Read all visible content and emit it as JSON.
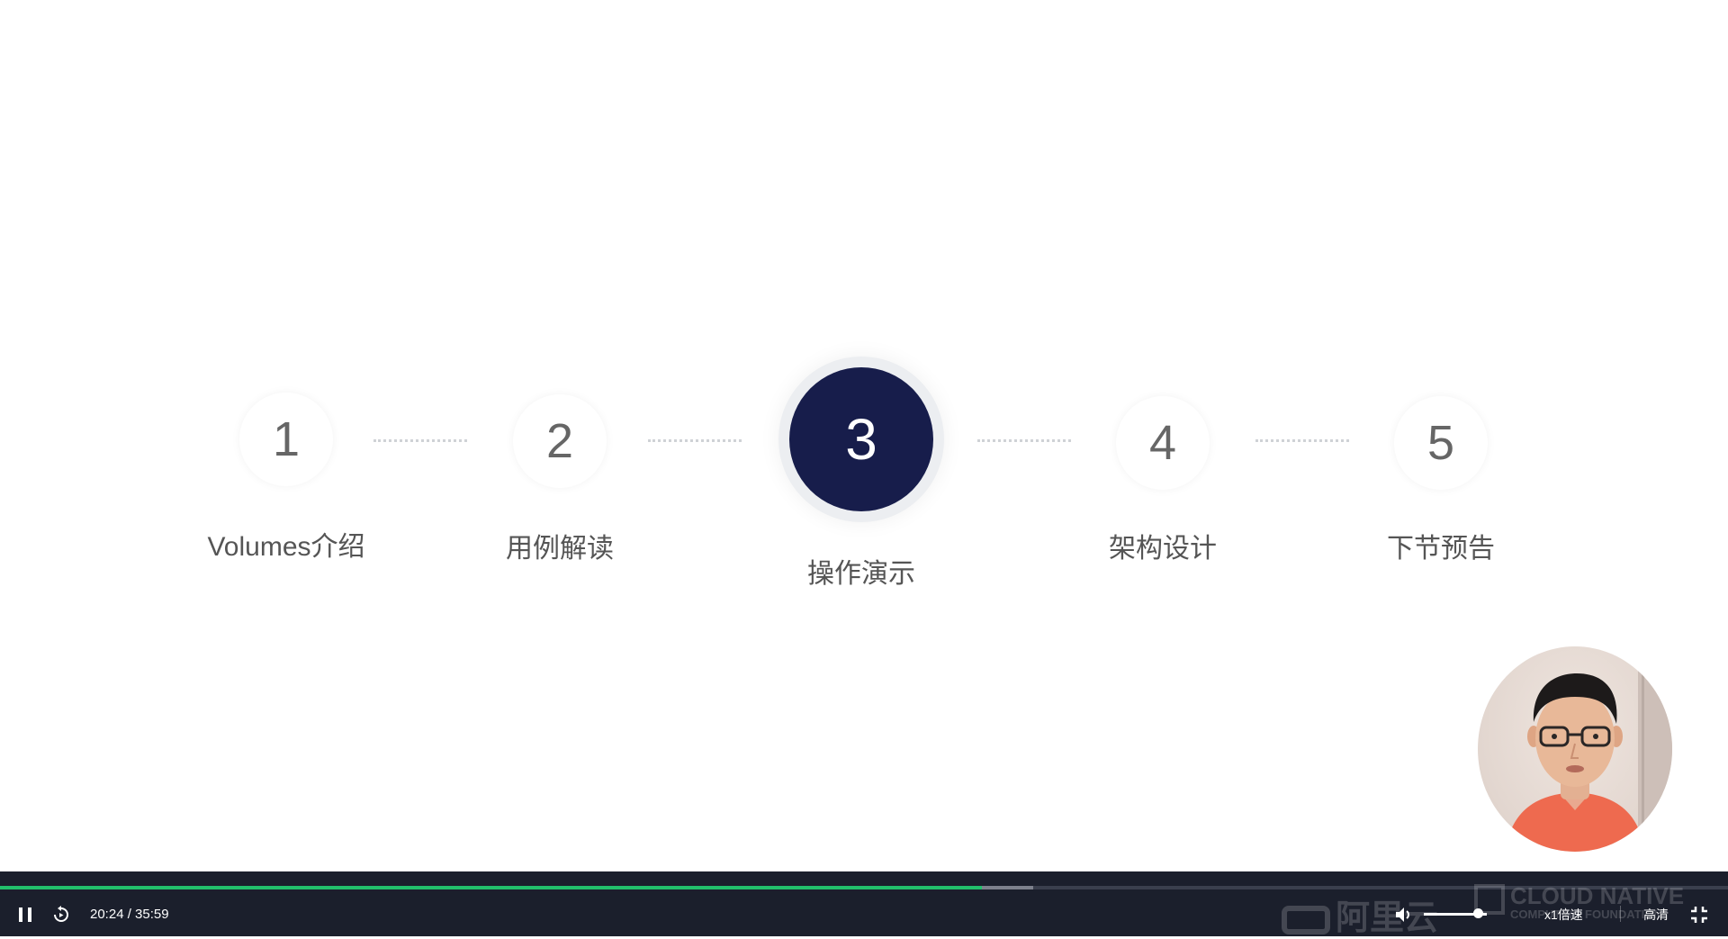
{
  "steps": [
    {
      "number": "1",
      "label": "Volumes介绍"
    },
    {
      "number": "2",
      "label": "用例解读"
    },
    {
      "number": "3",
      "label": "操作演示"
    },
    {
      "number": "4",
      "label": "架构设计"
    },
    {
      "number": "5",
      "label": "下节预告"
    }
  ],
  "active_step": 3,
  "colors": {
    "active_circle": "#171d4b",
    "progress_played": "#22c06b",
    "control_bar": "#1b1f2c"
  },
  "player": {
    "current_time": "20:24",
    "duration": "35:59",
    "time_display": "20:24 / 35:59",
    "progress_fraction": 0.568,
    "buffered_fraction": 0.598,
    "volume_fraction": 0.85,
    "speed_label": "x1倍速",
    "quality_label": "高清",
    "watermark_alibaba": "阿里云",
    "watermark_cncf_line1": "CLOUD NATIVE",
    "watermark_cncf_line2": "COMPUTING FOUNDATION",
    "icons": {
      "pause": "pause-icon",
      "replay": "replay-icon",
      "volume": "volume-icon",
      "fullscreen": "exit-fullscreen-icon"
    }
  }
}
